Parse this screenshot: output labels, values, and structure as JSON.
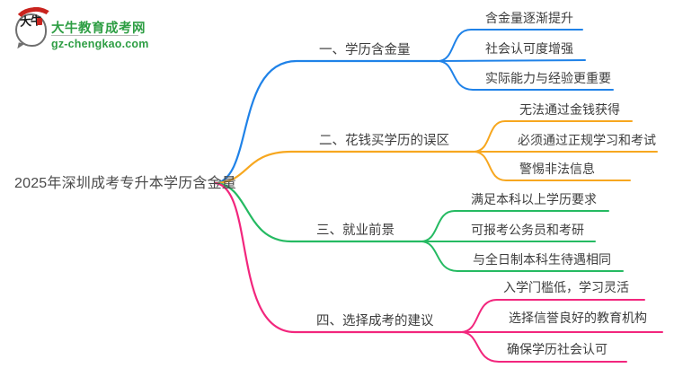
{
  "logo": {
    "mark": "大牛",
    "title": "大牛教育成考网",
    "url": "gz-chengkao.com"
  },
  "colors": {
    "branch1_blue": "#1f82e8",
    "branch2_orange": "#f7a71f",
    "branch3_green": "#25ba62",
    "branch4_pink": "#f2267d",
    "logo_green": "#2e9e44",
    "logo_red": "#c9231e",
    "node_text": "#3d3d3d"
  },
  "central": {
    "label": "2025年深圳成考专升本学历含金量"
  },
  "branches": [
    {
      "label": "一、学历含金量",
      "color": "#1f82e8",
      "children": [
        "含金量逐渐提升",
        "社会认可度增强",
        "实际能力与经验更重要"
      ]
    },
    {
      "label": "二、花钱买学历的误区",
      "color": "#f7a71f",
      "children": [
        "无法通过金钱获得",
        "必须通过正规学习和考试",
        "警惕非法信息"
      ]
    },
    {
      "label": "三、就业前景",
      "color": "#25ba62",
      "children": [
        "满足本科以上学历要求",
        "可报考公务员和考研",
        "与全日制本科生待遇相同"
      ]
    },
    {
      "label": "四、选择成考的建议",
      "color": "#f2267d",
      "children": [
        "入学门槛低，学习灵活",
        "选择信誉良好的教育机构",
        "确保学历社会认可"
      ]
    }
  ]
}
